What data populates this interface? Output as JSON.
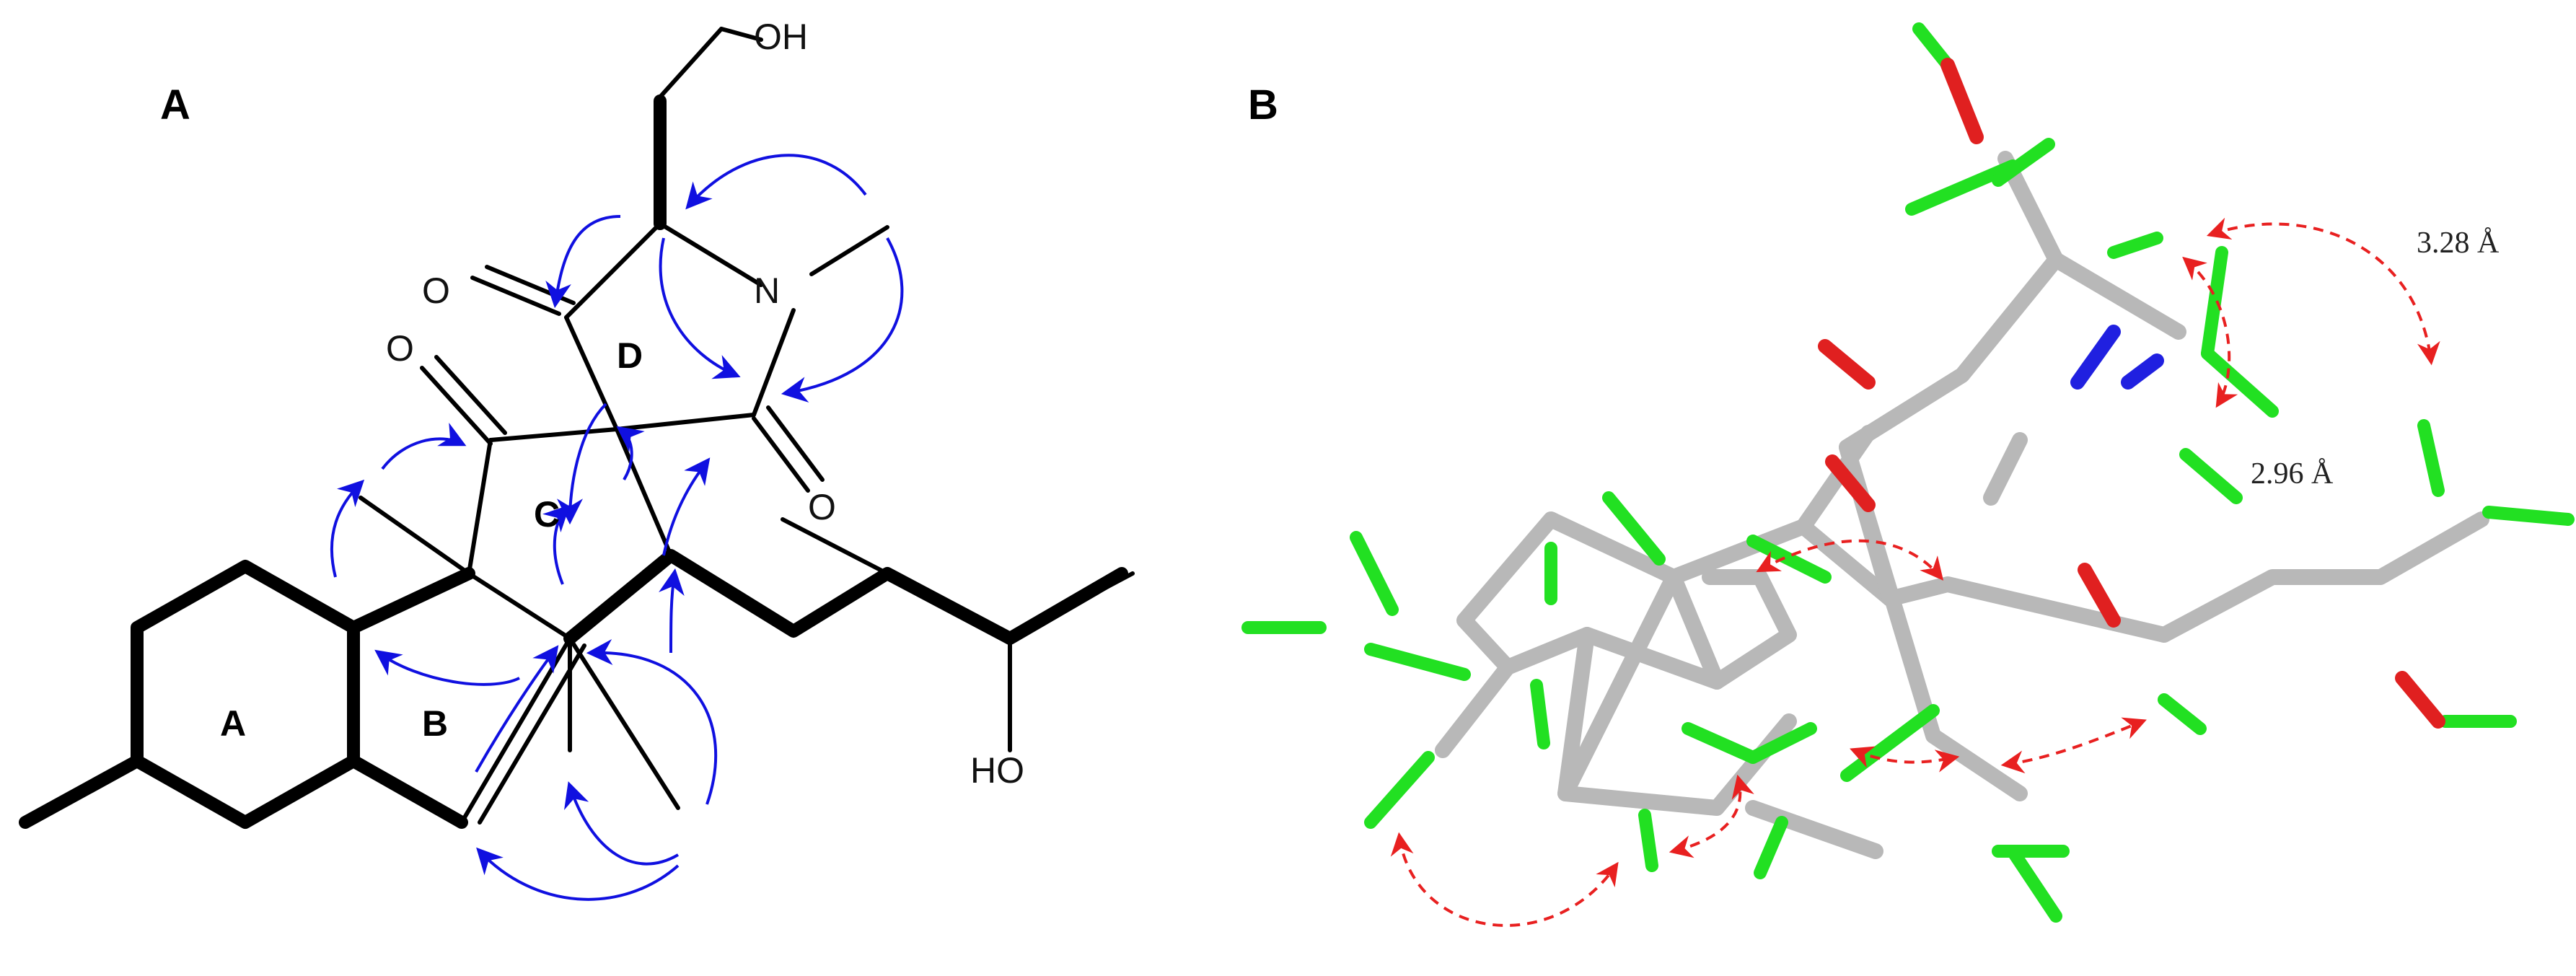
{
  "panels": {
    "a": {
      "label": "A"
    },
    "b": {
      "label": "B"
    }
  },
  "rings": {
    "a": "A",
    "b": "B",
    "c": "C",
    "d": "D"
  },
  "atoms": {
    "oh_top": "OH",
    "o_ketone_d": "O",
    "o_ketone_c": "O",
    "n_lactam": "N",
    "o_lactam": "O",
    "ho_side": "HO"
  },
  "distances": {
    "d1": "3.28 Å",
    "d2": "2.96 Å"
  },
  "colors": {
    "bond": "#000000",
    "hmbc_arrow": "#1010e0",
    "roesy_arrow": "#e82020",
    "carbon": "#b8b8b8",
    "hydrogen": "#22e022",
    "oxygen": "#e02020",
    "nitrogen": "#2020e0"
  }
}
